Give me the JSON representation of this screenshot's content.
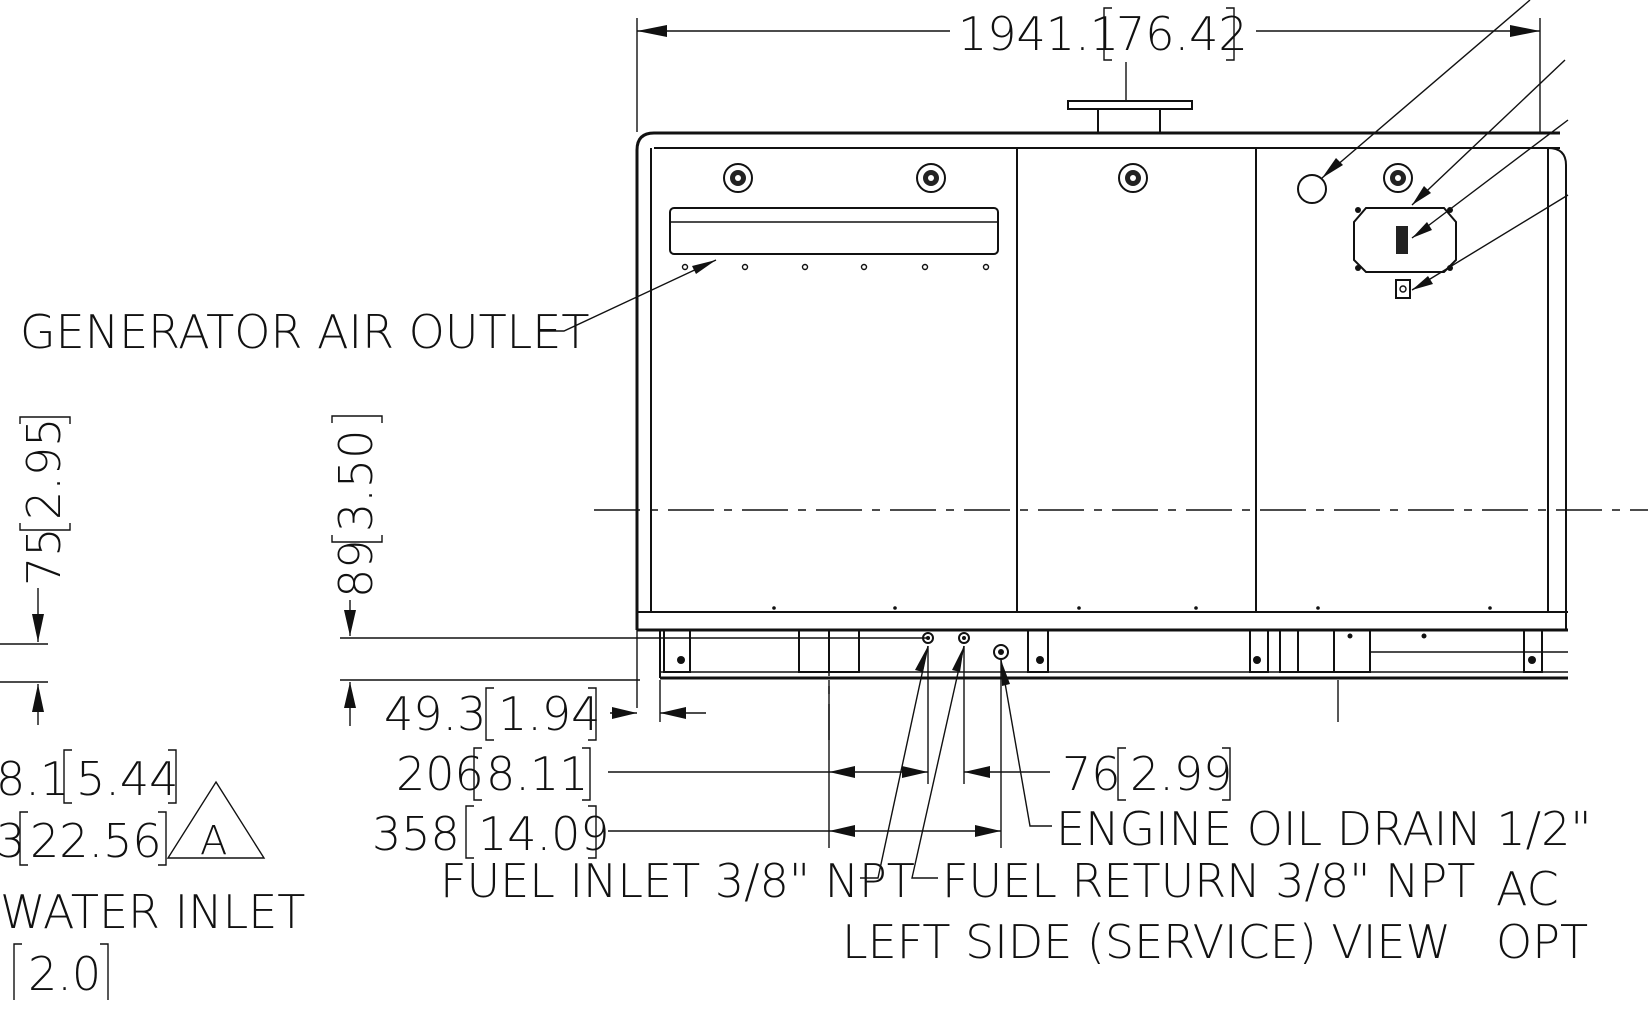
{
  "view_title": "LEFT SIDE (SERVICE) VIEW",
  "dimensions": {
    "overall_width": {
      "mm": "1941.1",
      "in": "76.42"
    },
    "height_75": {
      "mm": "75",
      "in": "2.95"
    },
    "height_89": {
      "mm": "89",
      "in": "3.50"
    },
    "offset_49": {
      "mm": "49.3",
      "in": "1.94"
    },
    "offset_206": {
      "mm": "206",
      "in": "8.11"
    },
    "offset_358": {
      "mm": "358",
      "in": "14.09"
    },
    "offset_76": {
      "mm": "76",
      "in": "2.99"
    },
    "partial_1": {
      "mm": "8.1",
      "in": "5.44"
    },
    "partial_2": {
      "mm": "3",
      "in": "22.56"
    },
    "partial_3": {
      "mm": "",
      "in": "2.0"
    }
  },
  "revision_marker": "A",
  "callouts": {
    "generator_air_outlet": "GENERATOR AIR OUTLET",
    "engine_oil_drain": "ENGINE OIL DRAIN 1/2\"",
    "fuel_inlet": "FUEL INLET 3/8\" NPT",
    "fuel_return": "FUEL RETURN 3/8\" NPT",
    "water_inlet": "WATER INLET",
    "partial_ac": "AC",
    "partial_opt": "OPT"
  }
}
